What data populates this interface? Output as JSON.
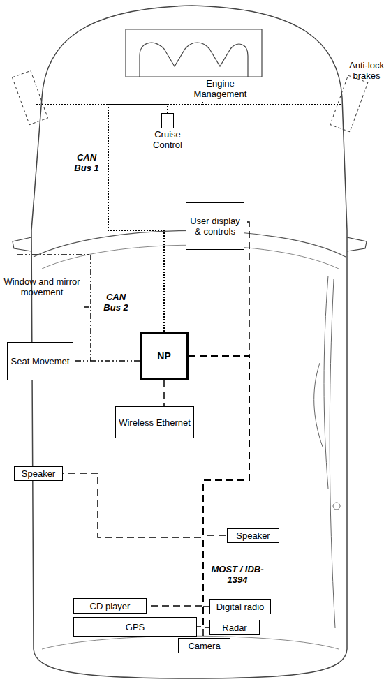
{
  "diagram": {
    "nodes": [
      {
        "text": [
          "Cruise Control"
        ]
      },
      {
        "text": [
          "User display & controls"
        ]
      },
      {
        "text": [
          "NP"
        ]
      },
      {
        "text": [
          "Seat Movemet"
        ]
      },
      {
        "text": [
          "Wireless Ethernet"
        ]
      },
      {
        "text": [
          "Speaker"
        ]
      },
      {
        "text": [
          "Speaker"
        ]
      },
      {
        "text": [
          "CD player"
        ]
      },
      {
        "text": [
          "Digital radio"
        ]
      },
      {
        "text": [
          "GPS"
        ]
      },
      {
        "text": [
          "Radar"
        ]
      },
      {
        "text": [
          "Camera"
        ]
      }
    ],
    "edges": [
      {
        "from": 2,
        "to": 0,
        "arrow": "none"
      },
      {
        "from": 2,
        "to": 3,
        "arrow": "none"
      },
      {
        "from": 2,
        "to": 4,
        "arrow": "none"
      },
      {
        "from": 2,
        "to": 1,
        "arrow": "none"
      },
      {
        "from": 2,
        "to": 5,
        "arrow": "none"
      },
      {
        "from": 2,
        "to": 6,
        "arrow": "none"
      },
      {
        "from": 2,
        "to": 7,
        "arrow": "none"
      },
      {
        "from": 2,
        "to": 8,
        "arrow": "none"
      },
      {
        "from": 2,
        "to": 9,
        "arrow": "none"
      },
      {
        "from": 2,
        "to": 10,
        "arrow": "none"
      },
      {
        "from": 2,
        "to": 11,
        "arrow": "none"
      }
    ],
    "labels": [
      "Engine Management",
      "Anti-lock brakes",
      "CAN Bus 1",
      "Window and mirror movement",
      "CAN Bus 2",
      "MOST / IDB-1394"
    ]
  }
}
